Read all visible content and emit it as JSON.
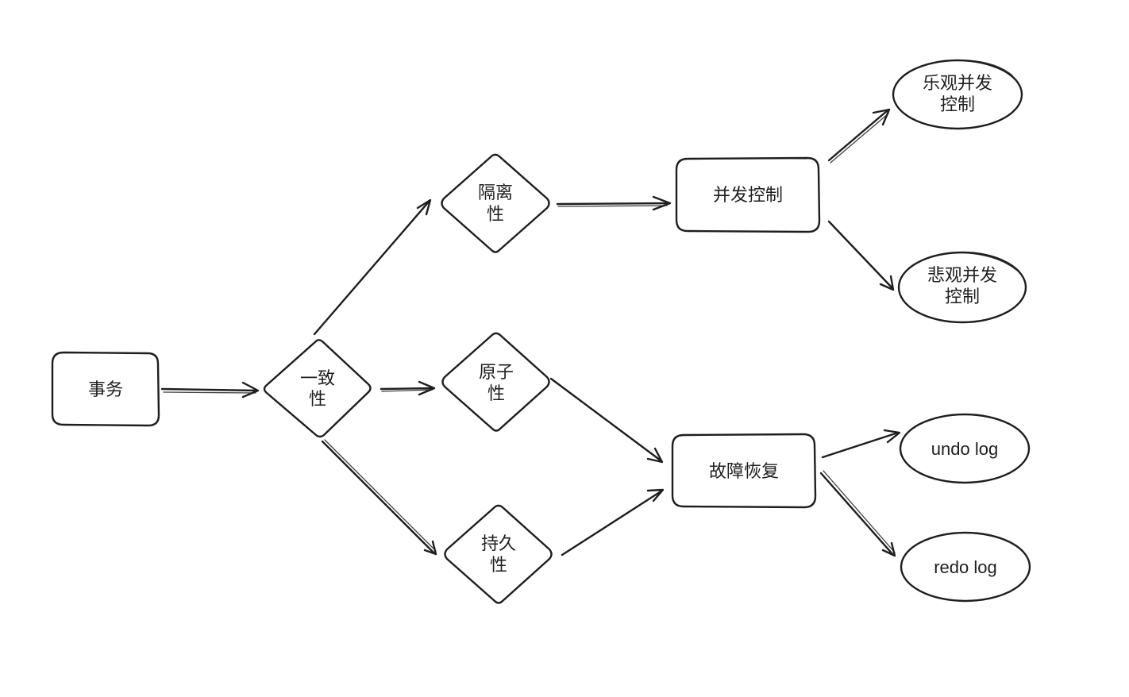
{
  "nodes": {
    "transaction": {
      "label": "事务"
    },
    "consistency": {
      "line1": "一致",
      "line2": "性"
    },
    "isolation": {
      "line1": "隔离",
      "line2": "性"
    },
    "atomicity": {
      "line1": "原子",
      "line2": "性"
    },
    "durability": {
      "line1": "持久",
      "line2": "性"
    },
    "concurrency_control": {
      "label": "并发控制"
    },
    "crash_recovery": {
      "label": "故障恢复"
    },
    "optimistic_cc": {
      "line1": "乐观并发",
      "line2": "控制"
    },
    "pessimistic_cc": {
      "line1": "悲观并发",
      "line2": "控制"
    },
    "undo_log": {
      "label": "undo log"
    },
    "redo_log": {
      "label": "redo log"
    }
  },
  "style": {
    "stroke_color": "#1e1e1e",
    "background": "#ffffff"
  }
}
